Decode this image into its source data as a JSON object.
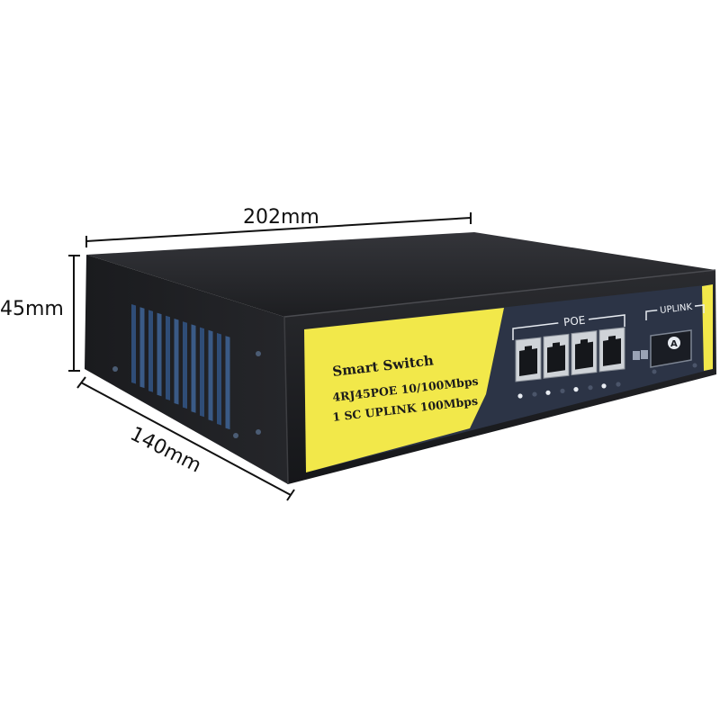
{
  "dimensions": {
    "width_label": "202mm",
    "height_label": "45mm",
    "depth_label": "140mm"
  },
  "front_panel": {
    "product_name": "Smart Switch",
    "spec_line_1": "4RJ45POE 10/100Mbps",
    "spec_line_2": "1 SC UPLINK 100Mbps",
    "poe_group_label": "POE",
    "uplink_group_label": "UPLINK",
    "sc_port_letter": "A",
    "port_count": 4
  },
  "colors": {
    "body": "#1e1f22",
    "top": "#2a2b2f",
    "panel_yellow": "#f2e84a",
    "panel_navy": "#2c3446",
    "port_metal": "#cfd3d8"
  }
}
